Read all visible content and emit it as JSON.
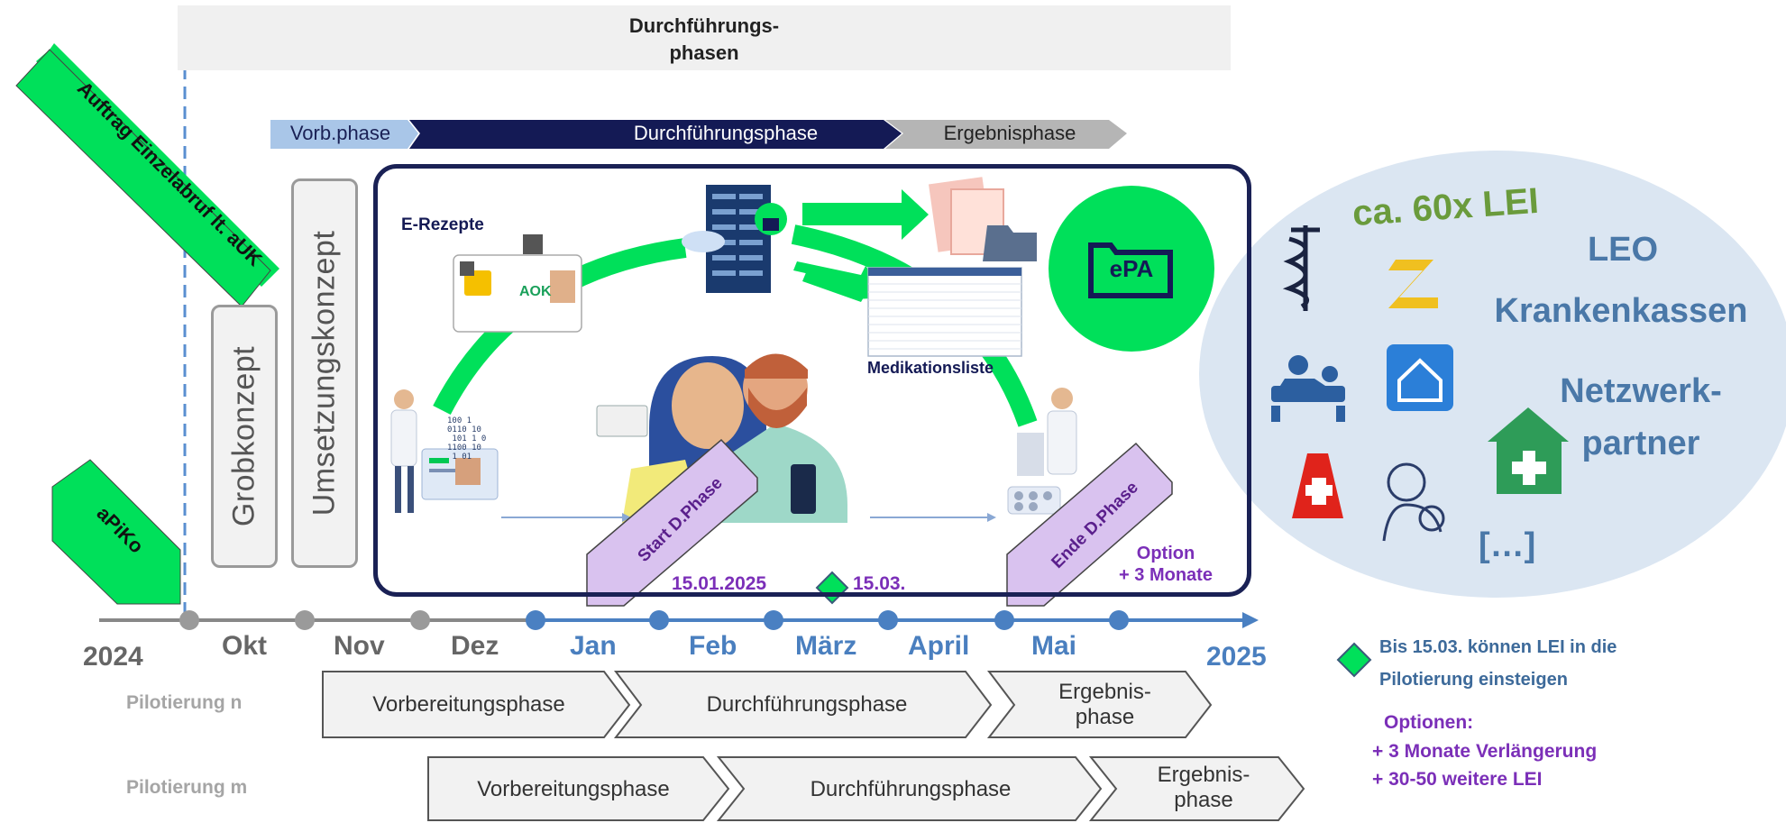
{
  "header": {
    "title": "Durchführungs-\nphasen"
  },
  "top_phases": [
    "Vorb.phase",
    "Durchführungsphase",
    "Ergebnisphase"
  ],
  "concepts": [
    "Grobkonzept",
    "Umsetzungskonzept"
  ],
  "green_tags": [
    "Auftrag Einzelabruf lt. aUK",
    "aPiKo"
  ],
  "center": {
    "e_rezepte": "E-Rezepte",
    "medikationsliste": "Medikationsliste",
    "epa": "ePA",
    "card_brand": "AOK",
    "binary_code": "100 1\n0110 10\n 101 1 0\n1100 10\n 1 01"
  },
  "purple_tags": [
    "Start D.Phase",
    "Ende D.Phase"
  ],
  "dates": {
    "start": "15.01.2025",
    "mid": "15.03."
  },
  "option_text": "Option\n+ 3 Monate",
  "timeline": {
    "year_start": "2024",
    "year_end": "2025",
    "months_past": [
      "Okt",
      "Nov",
      "Dez"
    ],
    "months_future": [
      "Jan",
      "Feb",
      "März",
      "April",
      "Mai"
    ]
  },
  "pilot_n": {
    "label": "Pilotierung n",
    "phases": [
      "Vorbereitungsphase",
      "Durchführungsphase",
      "Ergebnis-\nphase"
    ]
  },
  "pilot_m": {
    "label": "Pilotierung m",
    "phases": [
      "Vorbereitungsphase",
      "Durchführungsphase",
      "Ergebnis-\nphase"
    ]
  },
  "partners": {
    "count": "ca. 60x LEI",
    "leo": "LEO",
    "krankenkassen": "Krankenkassen",
    "netzwerk": "Netzwerk-\npartner",
    "more": "[…]"
  },
  "legend": {
    "diamond_note": "Bis 15.03. können LEI in die\nPilotierung einsteigen",
    "options_title": "Optionen:",
    "options": [
      "+ 3 Monate Verlängerung",
      "+ 30-50 weitere LEI"
    ]
  },
  "colors": {
    "navy": "#141a55",
    "green": "#00e05a",
    "purple": "#d9c2ef",
    "light_blue": "#a9c6e8",
    "oval": "#dbe6f2"
  }
}
